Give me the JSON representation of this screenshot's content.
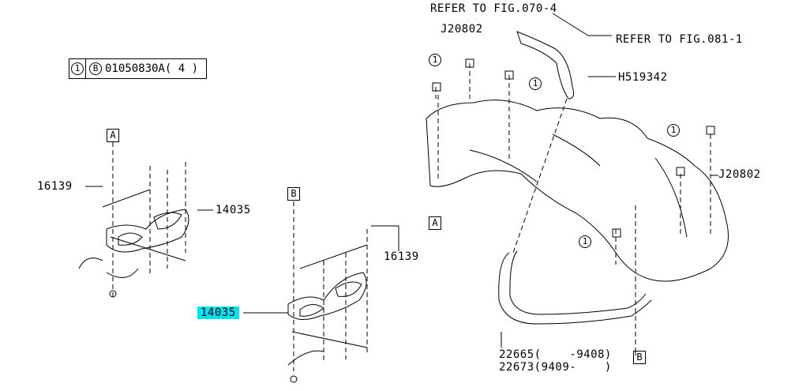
{
  "spec_table": {
    "ref": "1",
    "bolt_code": "B",
    "part": "01050830A( 4  )"
  },
  "labels": {
    "refer_070": "REFER TO FIG.070-4",
    "refer_081": "REFER TO FIG.081-1",
    "j20802_top": "J20802",
    "j20802_right": "J20802",
    "h519342": "H519342",
    "p16139_left": "16139",
    "p14035_left": "14035",
    "p16139_right": "16139",
    "p14035_highlight": "14035",
    "p22665": "22665(    -9408)",
    "p22673": "22673(9409-    )"
  },
  "boxes": {
    "a": "A",
    "b": "B"
  },
  "callout": "1",
  "highlight_color": "#00e5f5"
}
